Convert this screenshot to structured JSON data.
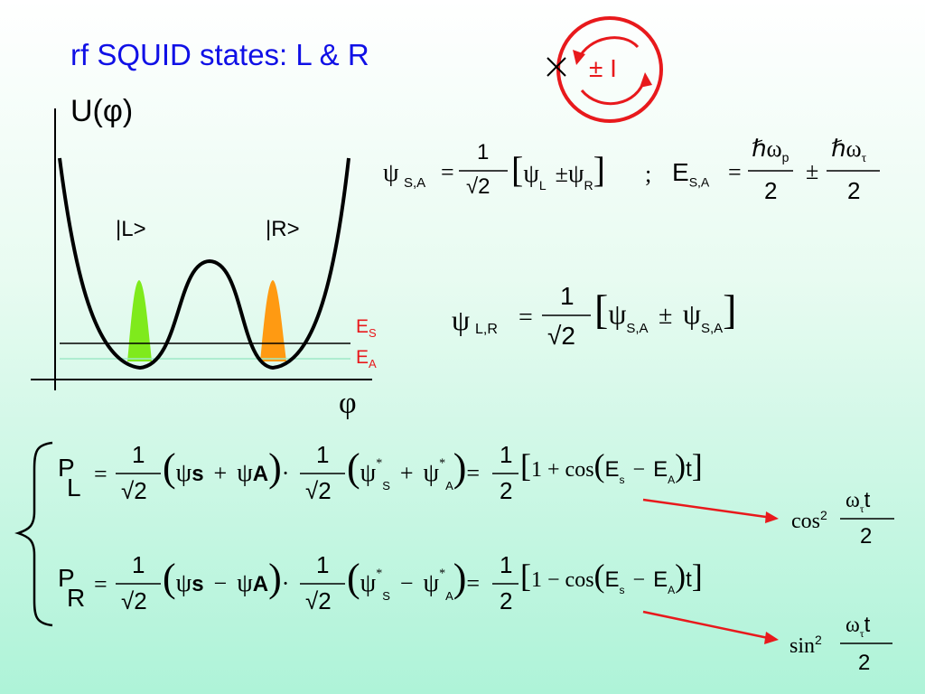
{
  "slide": {
    "title": "rf SQUID states: L & R",
    "potential_label": "U(φ)",
    "phi_axis_label": "φ",
    "ket_left": "|L>",
    "ket_right": "|R>",
    "level_symbol": "E",
    "level_sym_sub": "S",
    "level_asym_sub": "A",
    "current_label": "± I",
    "accent_color": "#e8191c",
    "title_color": "#1010e6"
  },
  "equations": {
    "psi": "ψ",
    "sub_sa": "S,A",
    "sub_lr": "L,R",
    "sub_l": "L",
    "sub_r": "R",
    "sub_s": "S",
    "sub_a": "A",
    "sub_s_lower": "s",
    "pm": "±",
    "plus": "+",
    "minus": "−",
    "eq": "=",
    "one": "1",
    "two": "2",
    "sqrt_two": "√2",
    "semicolon": ";",
    "E": "E",
    "hbar_omega": "ℏω",
    "sub_p": "p",
    "sub_tau": "τ",
    "P": "P",
    "L": "L",
    "R": "R",
    "s_bold": "s",
    "A_bold": "A",
    "dot": "·",
    "star": "*",
    "one_plus_cos": "1 + cos",
    "one_minus_cos": "1 − cos",
    "t": "t",
    "cos2": "cos",
    "sin2": "sin",
    "sup2": "2",
    "omega": "ω"
  }
}
